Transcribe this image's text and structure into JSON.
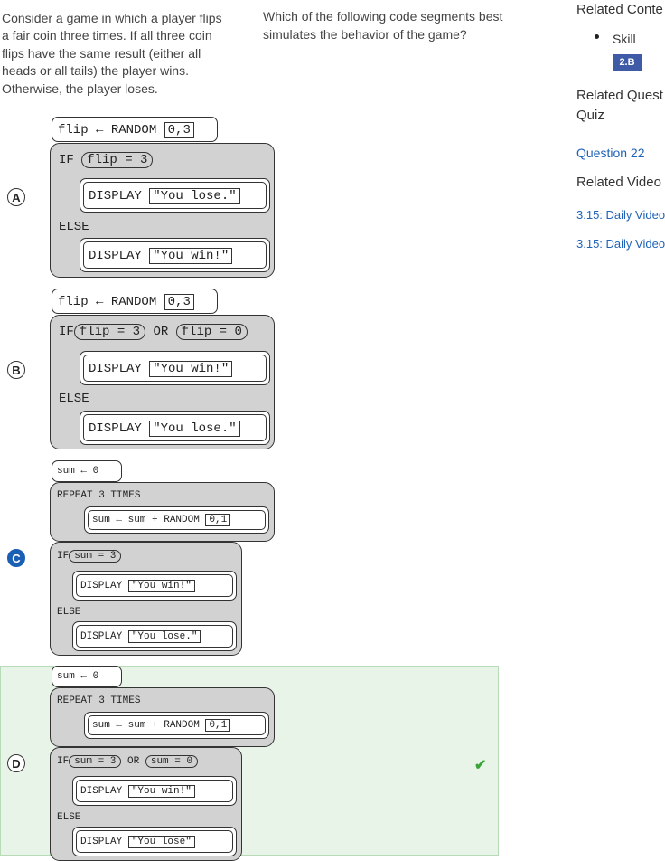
{
  "stem": "Consider a game in which a player flips a fair coin three times. If all three coin flips have the same result (either all heads or all tails) the player wins. Otherwise, the player loses.",
  "question": "Which of the following code segments best simulates the behavior of the game?",
  "sidebar": {
    "related_content": "Related Conte",
    "skill_label": "Skill",
    "skill_badge": "2.B",
    "related_questions": "Related Quest",
    "quiz": "Quiz",
    "question_link": "Question 22",
    "related_videos": "Related Video",
    "video1": "3.15: Daily Video",
    "video2": "3.15: Daily Video"
  },
  "options": {
    "A": {
      "letter": "A",
      "flip_var": "flip",
      "arrow": "←",
      "random": "RANDOM",
      "args": "0,3",
      "if": "IF",
      "cond": "flip = 3",
      "display": "DISPLAY",
      "then_msg": "\"You lose.\"",
      "else": "ELSE",
      "else_msg": "\"You win!\""
    },
    "B": {
      "letter": "B",
      "flip_var": "flip",
      "arrow": "←",
      "random": "RANDOM",
      "args": "0,3",
      "if": "IF",
      "cond1": "flip = 3",
      "or": "OR",
      "cond2": "flip = 0",
      "display": "DISPLAY",
      "then_msg": "\"You win!\"",
      "else": "ELSE",
      "else_msg": "\"You lose.\""
    },
    "C": {
      "letter": "C",
      "init": "sum ← 0",
      "repeat": "REPEAT 3 TIMES",
      "body": "sum ← sum + RANDOM",
      "args": "0,1",
      "if": "IF",
      "cond": "sum = 3",
      "display": "DISPLAY",
      "then_msg": "\"You win!\"",
      "else": "ELSE",
      "else_msg": "\"You lose.\""
    },
    "D": {
      "letter": "D",
      "init": "sum ← 0",
      "repeat": "REPEAT 3 TIMES",
      "body": "sum ← sum + RANDOM",
      "args": "0,1",
      "if": "IF",
      "cond1": "sum = 3",
      "or": "OR",
      "cond2": "sum = 0",
      "display": "DISPLAY",
      "then_msg": "\"You win!\"",
      "else": "ELSE",
      "else_msg": "\"You lose\""
    }
  },
  "check_icon": "✔",
  "colors": {
    "selected": "#1a5fb4",
    "correct_bg": "#e9f4e9",
    "check": "#3aa33a",
    "badge": "#3f5aa6"
  }
}
